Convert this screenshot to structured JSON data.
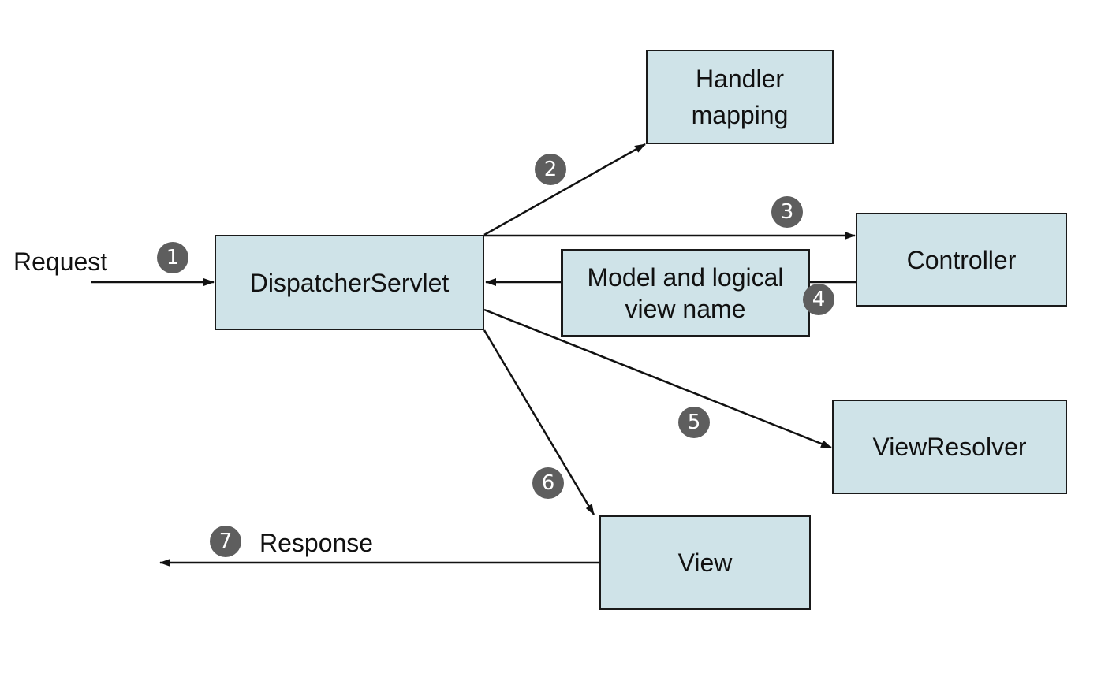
{
  "nodes": {
    "handler_mapping": {
      "line1": "Handler",
      "line2": "mapping"
    },
    "dispatcher_servlet": {
      "label": "DispatcherServlet"
    },
    "controller": {
      "label": "Controller"
    },
    "model_view": {
      "line1": "Model and logical",
      "line2": "view name"
    },
    "view_resolver": {
      "label": "ViewResolver"
    },
    "view": {
      "label": "View"
    }
  },
  "labels": {
    "request": "Request",
    "response": "Response"
  },
  "steps": [
    "1",
    "2",
    "3",
    "4",
    "5",
    "6",
    "7"
  ],
  "colors": {
    "box_fill": "#cfe3e8",
    "stroke": "#1a1a1a",
    "step_badge": "#5e5e5e"
  }
}
